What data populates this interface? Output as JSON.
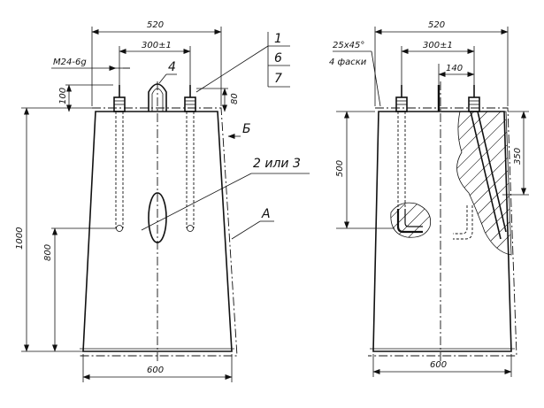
{
  "left_view": {
    "dim_top_width": "520",
    "dim_bolt_spacing": "300±1",
    "thread_label": "M24-6g",
    "dim_bolt_protrusion": "100",
    "dim_hook_height": "80",
    "dim_total_height": "1000",
    "dim_bolt_depth": "800",
    "dim_bottom_width": "600",
    "callout_1": "1",
    "callout_6": "6",
    "callout_7": "7",
    "callout_4": "4",
    "callout_2_or_3": "2 или 3",
    "callout_b": "Б",
    "callout_a": "А"
  },
  "right_view": {
    "dim_top_width": "520",
    "chamfer_label": "25x45°",
    "chamfer_note": "4 фаски",
    "dim_bolt_spacing": "300±1",
    "dim_offset": "140",
    "dim_section_depth": "500",
    "dim_side_depth": "350",
    "dim_bottom_width": "600"
  }
}
